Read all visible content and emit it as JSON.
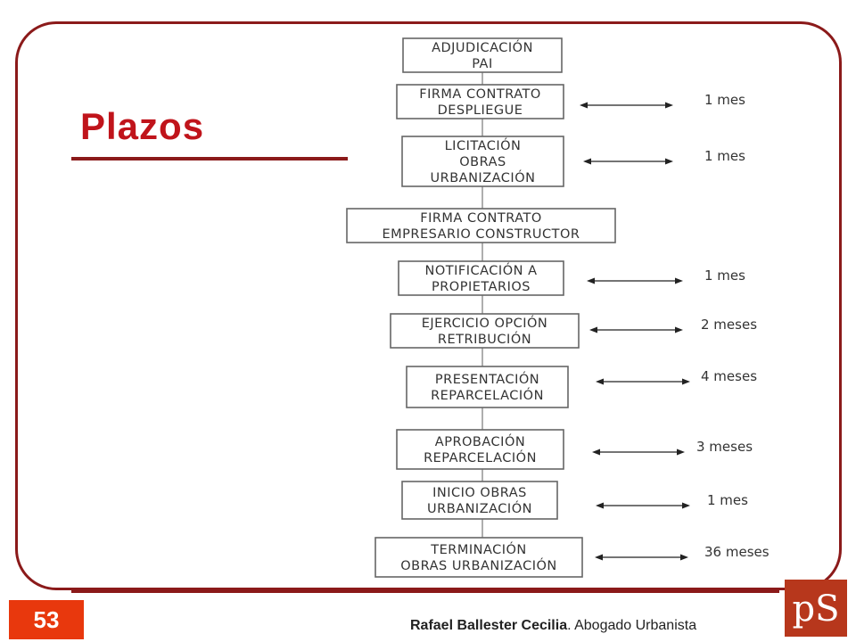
{
  "slide": {
    "title": "Plazos",
    "page_number": "53",
    "footer_author": "Rafael Ballester Cecilia",
    "footer_separator": ". ",
    "footer_role": "Abogado Urbanista",
    "logo_text": "pS",
    "colors": {
      "frame": "#8b1a1a",
      "title": "#c0141b",
      "page_badge": "#e8380d",
      "logo": "#b7371c"
    }
  },
  "flow": {
    "steps": [
      {
        "lines": [
          "ADJUDICACIÓN",
          "PAI"
        ],
        "duration": ""
      },
      {
        "lines": [
          "FIRMA CONTRATO",
          "DESPLIEGUE"
        ],
        "duration": "1 mes"
      },
      {
        "lines": [
          "LICITACIÓN",
          "OBRAS",
          "URBANIZACIÓN"
        ],
        "duration": "1 mes"
      },
      {
        "lines": [
          "FIRMA CONTRATO",
          "EMPRESARIO CONSTRUCTOR"
        ],
        "duration": ""
      },
      {
        "lines": [
          "NOTIFICACIÓN A",
          "PROPIETARIOS"
        ],
        "duration": "1 mes"
      },
      {
        "lines": [
          "EJERCICIO OPCIÓN",
          "RETRIBUCIÓN"
        ],
        "duration": "2 meses"
      },
      {
        "lines": [
          "PRESENTACIÓN",
          "REPARCELACIÓN"
        ],
        "duration": "4 meses"
      },
      {
        "lines": [
          "APROBACIÓN",
          "REPARCELACIÓN"
        ],
        "duration": "3 meses"
      },
      {
        "lines": [
          "INICIO OBRAS",
          "URBANIZACIÓN"
        ],
        "duration": "1 mes"
      },
      {
        "lines": [
          "TERMINACIÓN",
          "OBRAS URBANIZACIÓN"
        ],
        "duration": "36 meses"
      }
    ]
  }
}
